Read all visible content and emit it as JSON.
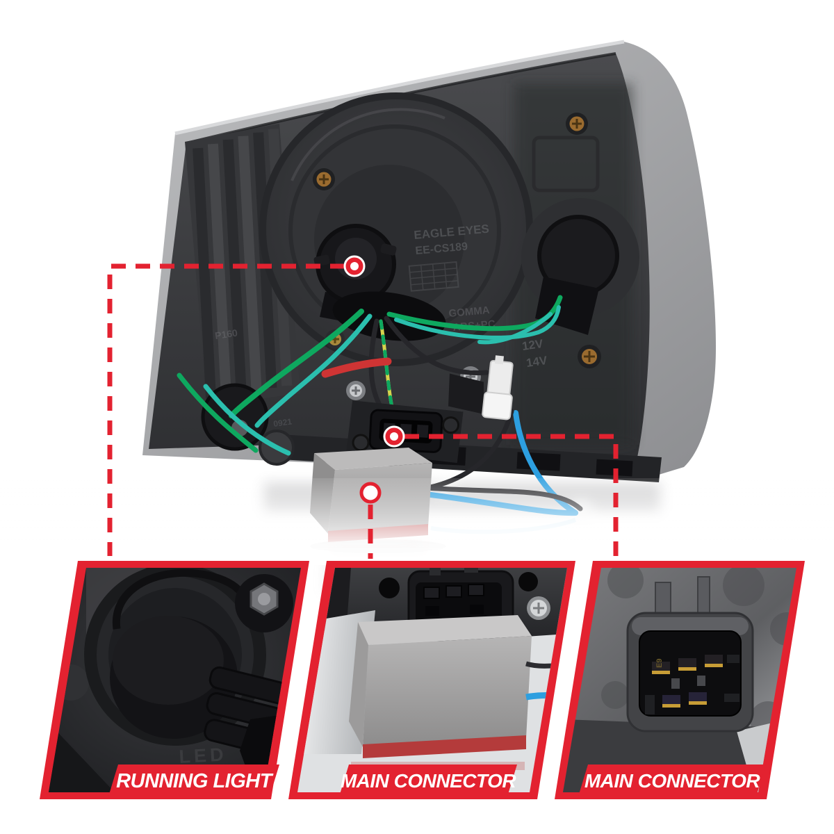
{
  "callouts": [
    {
      "id": "running-light",
      "label": "RUNNING LIGHT"
    },
    {
      "id": "main-connector-module",
      "label": "MAIN CONNECTOR"
    },
    {
      "id": "main-connector-pins",
      "label": "MAIN CONNECTOR"
    }
  ],
  "emboss": {
    "brand": "EAGLE EYES",
    "part_number": "EE-CS189",
    "material_1": "GOMMA",
    "material_2": "ABS+PC",
    "voltage_1": "12V",
    "voltage_2": "14V",
    "mold_mark": "P160",
    "mold_number": "0921",
    "led_mark": "LED",
    "pin_mark": "E9"
  },
  "colors": {
    "accent_red": "#e32230",
    "housing_dark": "#323336",
    "housing_light": "#a9aaad",
    "module_gray": "#a3a2a2",
    "wire_green": "#0ea85f",
    "wire_teal": "#2bbfae",
    "wire_blue": "#2d9fe0",
    "wire_yellow": "#d6d44e",
    "wire_black": "#26262a"
  }
}
